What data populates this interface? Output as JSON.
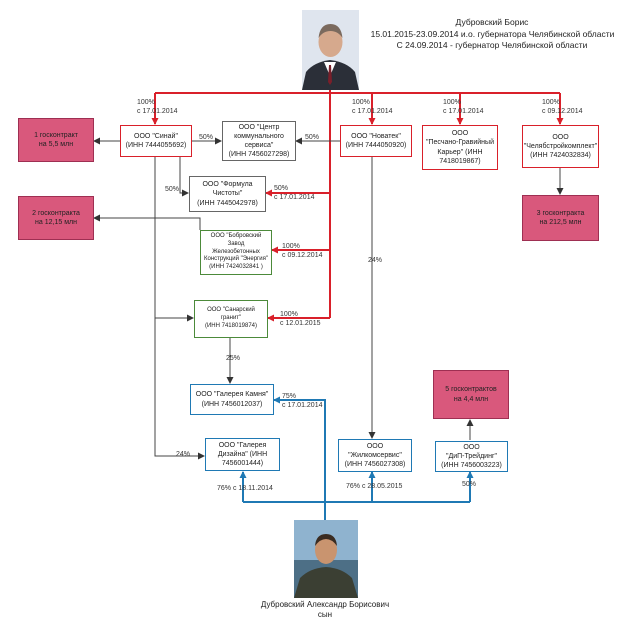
{
  "header": {
    "name": "Дубровский Борис",
    "line1": "15.01.2015-23.09.2014 и.о. губернатора Челябинской области",
    "line2": "С 24.09.2014 - губернатор  Челябинской области"
  },
  "son_caption": "Дубровский Александр Борисович\nсын",
  "companies": {
    "sinai": "ООО \"Синай\"\n(ИНН 7444055692)",
    "center": "ООО \"Центр\nкоммунального\nсервиса\"\n(ИНН 7456027298)",
    "novatek": "ООО \"Новатек\"\n(ИНН 7444050920)",
    "quarry": "ООО\n\"Песчано-Гравийный\nКарьер\" (ИНН\n7418019867)",
    "chelyab": "ООО\n\"Челябстройкомплект\"\n(ИНН 7424032834)",
    "formula": "ООО \"Формула\nЧистоты\"\n(ИНН 7445042978)",
    "zhbk": "ООО \"Бобровский\nЗавод\nЖелезобетонных\nКонструкций \"Энергия\"\n(ИНН 7424032841 )",
    "granite": "ООО \"Санарский\nгранит\"\n(ИНН 7418019874)",
    "gallery_stone": "ООО \"Галерея Камня\"\n(ИНН 7456012037)",
    "gallery_design": "ООО \"Галерея\nДизайна\" (ИНН\n7456001444)",
    "zhilkom": "ООО\n\"Жилкомсервис\"\n(ИНН 7456027308)",
    "dip": "ООО\n\"ДиП-Трейдинг\"\n(ИНН 7456003223)"
  },
  "contracts": {
    "c1": "1 госконтракт\nна 5,5 млн",
    "c2": "2 госконтракта\nна 12,15 млн",
    "c3": "3 госконтракта\nна 212,5 млн",
    "c5": "5 госконтрактов\nна 4,4 млн"
  },
  "labels": {
    "sinai_share": "100%\nс 17.01.2014",
    "novatek_share": "100%\nс 17.01.2014",
    "quarry_share": "100%\nс 17.01.2014",
    "chelyab_share": "100%\nс 09.12.2014",
    "center_from_sinai": "50%",
    "center_from_novatek": "50%",
    "formula_from_sinai": "50%",
    "formula_from_boris": "50%\nс 17.01.2014",
    "zhbk_from_boris": "100%\nс 09.12.2014",
    "granite_from_boris": "100%\nс 12.01.2015",
    "granite_to_stone": "25%",
    "novatek_to_zhilkom": "24%",
    "stone_from_son": "75%\nс 17.01.2014",
    "design_from_sinai": "24%",
    "design_from_son": "76% с 18.11.2014",
    "zhilkom_from_son": "76% с 28.05.2015",
    "dip_from_son": "50%"
  },
  "colors": {
    "boris_link": "#d9202a",
    "son_link": "#1f79b4",
    "indirect_link": "#555555",
    "contract_fill": "#d9587c"
  }
}
